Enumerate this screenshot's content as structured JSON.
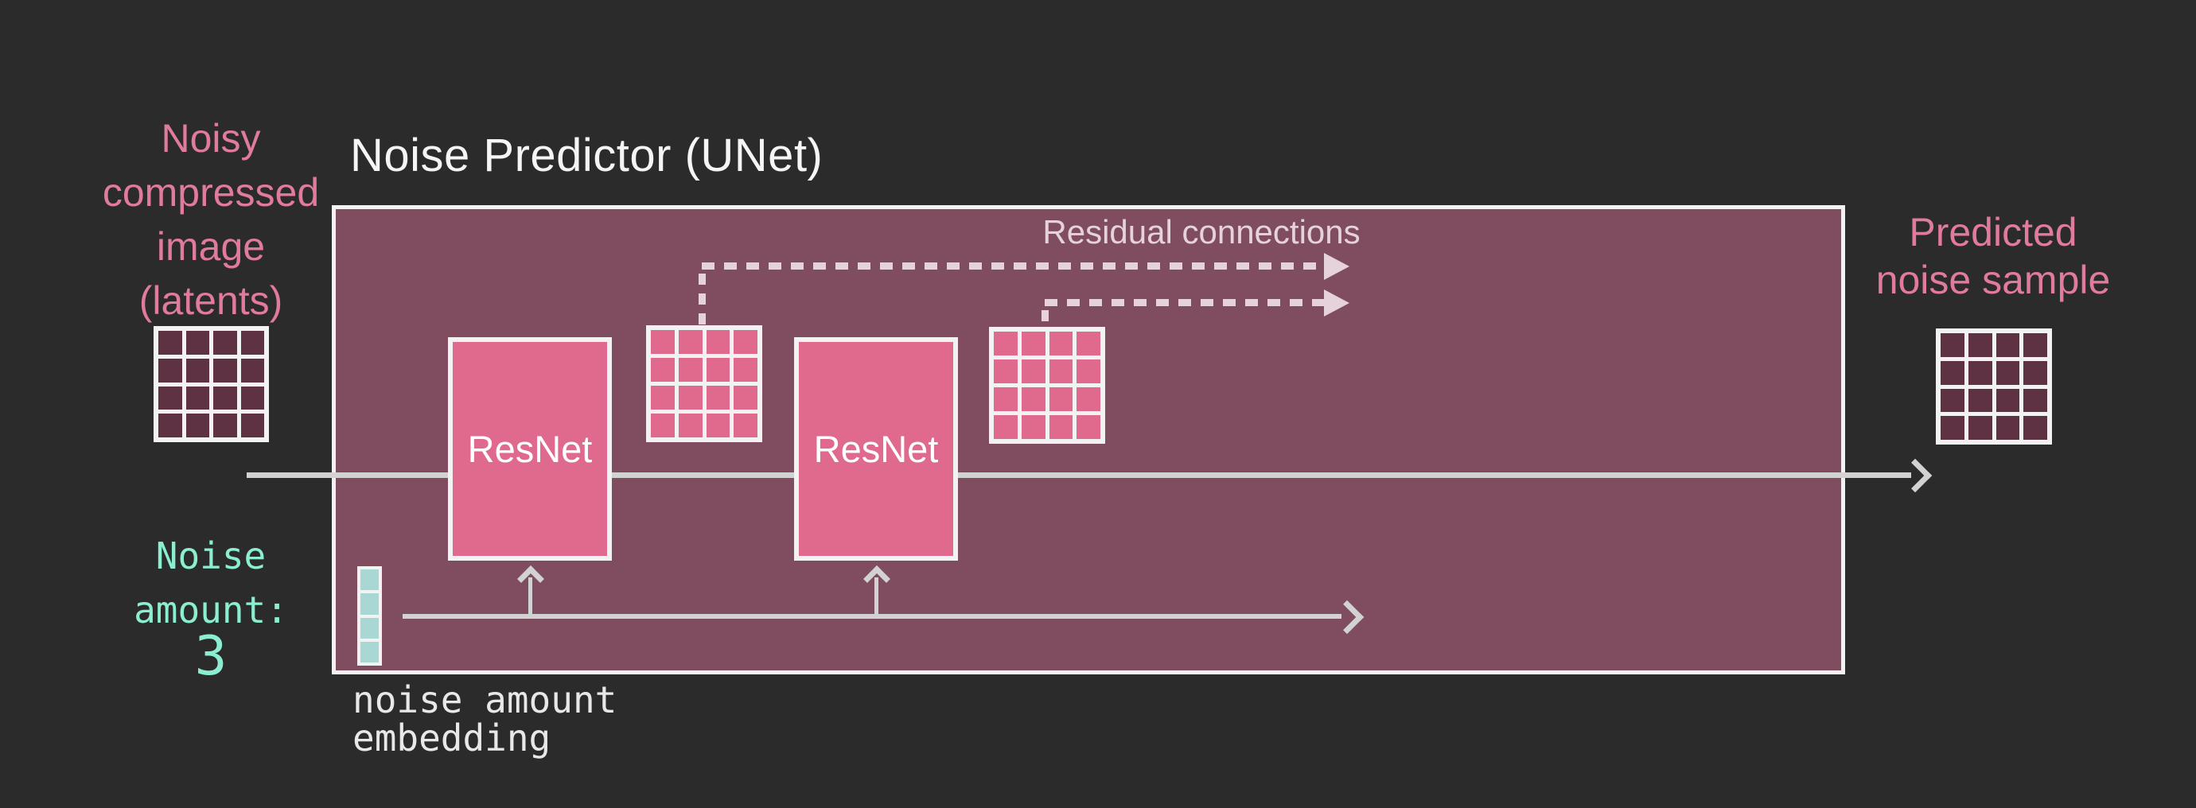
{
  "title": "Noise Predictor (UNet)",
  "colors": {
    "background": "#2b2b2b",
    "box_fill": "#7f4c60",
    "box_border": "#f2f2f2",
    "grid_line": "#f2f2f2",
    "pink": "#e0698e",
    "dark_cell": "#5e3243",
    "teal_cell": "#a9d7d3",
    "teal_text": "#8ceed0",
    "pink_text": "#e07a9e",
    "light_text": "#f5f5f5",
    "residual_text": "#e5d2db",
    "arrow_gray": "#d2d2d2"
  },
  "input_label": {
    "lines": [
      "Noisy",
      "compressed",
      "image",
      "(latents)"
    ]
  },
  "output_label": {
    "lines": [
      "Predicted",
      "noise sample"
    ]
  },
  "unet": {
    "residual_label": "Residual connections",
    "blocks": [
      {
        "label": "ResNet"
      },
      {
        "label": "ResNet"
      }
    ]
  },
  "noise_amount": {
    "label_line1": "Noise",
    "label_line2": "amount:",
    "value": "3"
  },
  "embedding_caption": {
    "lines": [
      "noise amount",
      "embedding"
    ]
  },
  "grids": {
    "input": {
      "rows": 4,
      "cols": 4,
      "cell": "dark"
    },
    "mid1": {
      "rows": 4,
      "cols": 4,
      "cell": "pink"
    },
    "mid2": {
      "rows": 4,
      "cols": 4,
      "cell": "pink"
    },
    "output": {
      "rows": 4,
      "cols": 4,
      "cell": "dark"
    },
    "embedding": {
      "rows": 4,
      "cols": 1,
      "cell": "teal"
    }
  }
}
